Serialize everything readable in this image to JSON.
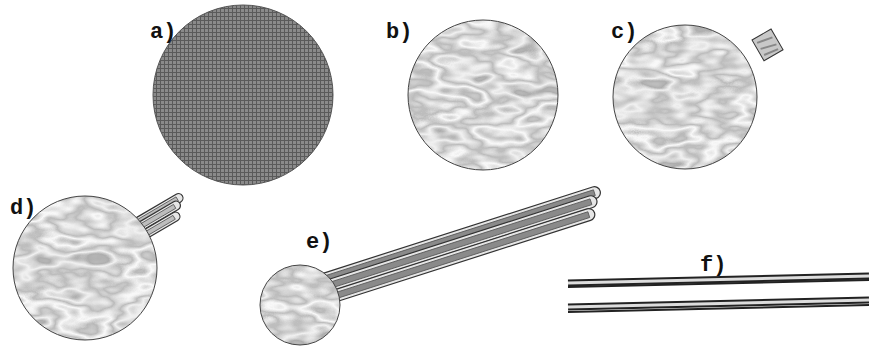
{
  "diagram": {
    "labels": [
      "a)",
      "b)",
      "c)",
      "d)",
      "e)",
      "f)"
    ]
  }
}
